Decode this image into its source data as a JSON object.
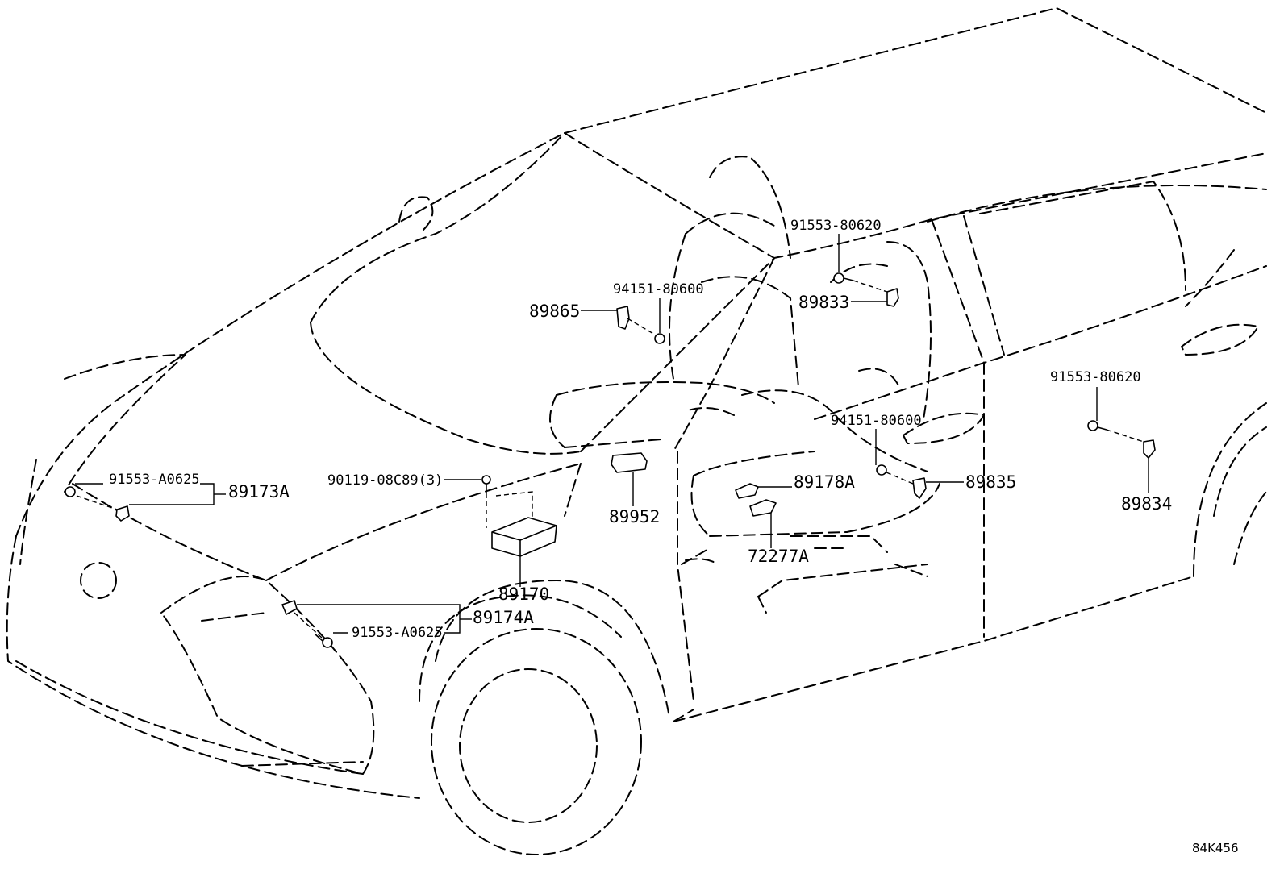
{
  "callouts": {
    "bolt_91553_80620_top": "91553-80620",
    "nut_94151_80600_left": "94151-80600",
    "sensor_89865": "89865",
    "sensor_89833": "89833",
    "bolt_91553_80620_right": "91553-80620",
    "nut_94151_80600_right": "94151-80600",
    "bolt_91553_A0625_left": "91553-A0625",
    "sensor_89173A": "89173A",
    "bolt_90119_08C89": "90119-08C89(3)",
    "sensor_89178A": "89178A",
    "sensor_89835": "89835",
    "sensor_89834": "89834",
    "connector_89952": "89952",
    "part_72277A": "72277A",
    "ecu_89170": "89170",
    "sensor_89174A": "89174A",
    "bolt_91553_A0625_lower": "91553-A0625"
  },
  "diagram_code": "84K456"
}
